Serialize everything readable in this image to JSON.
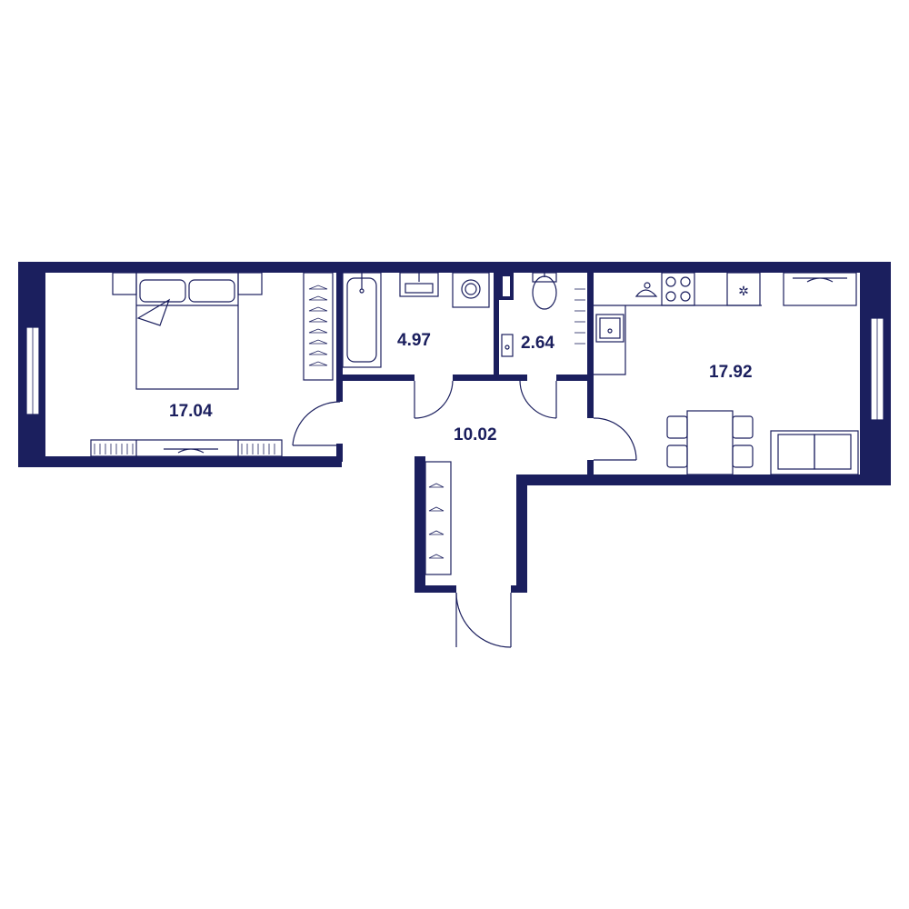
{
  "floorplan": {
    "wall_color": "#1b1f5e",
    "rooms": [
      {
        "id": "bedroom",
        "area": "17.04"
      },
      {
        "id": "bathroom",
        "area": "4.97"
      },
      {
        "id": "toilet",
        "area": "2.64"
      },
      {
        "id": "hallway",
        "area": "10.02"
      },
      {
        "id": "kitchen-living",
        "area": "17.92"
      }
    ]
  }
}
